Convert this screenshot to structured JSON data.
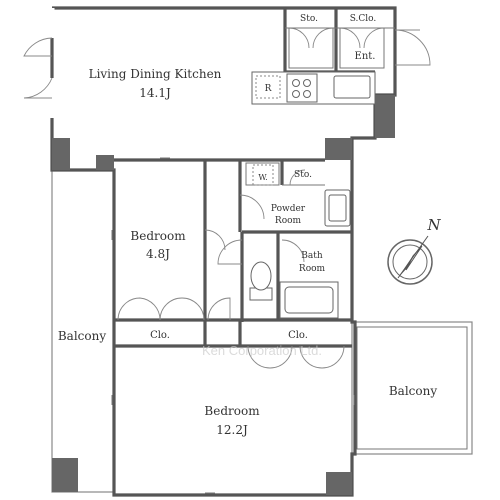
{
  "rooms": {
    "ldk": {
      "name": "Living Dining Kitchen",
      "size": "14.1J"
    },
    "bedroom_small": {
      "name": "Bedroom",
      "size": "4.8J"
    },
    "bedroom_large": {
      "name": "Bedroom",
      "size": "12.2J"
    },
    "powder_room": {
      "line1": "Powder",
      "line2": "Room"
    },
    "bath_room": {
      "line1": "Bath",
      "line2": "Room"
    },
    "entrance": "Ent.",
    "storage_top": "Sto.",
    "shoe_closet": "S.Clo.",
    "storage_mid": "Sto.",
    "closet_left": "Clo.",
    "closet_right": "Clo.",
    "balcony_left": "Balcony",
    "balcony_right": "Balcony"
  },
  "symbols": {
    "refrigerator": "R",
    "washer": "W.",
    "compass": "N"
  },
  "watermark": "Ken Corporation Ltd."
}
